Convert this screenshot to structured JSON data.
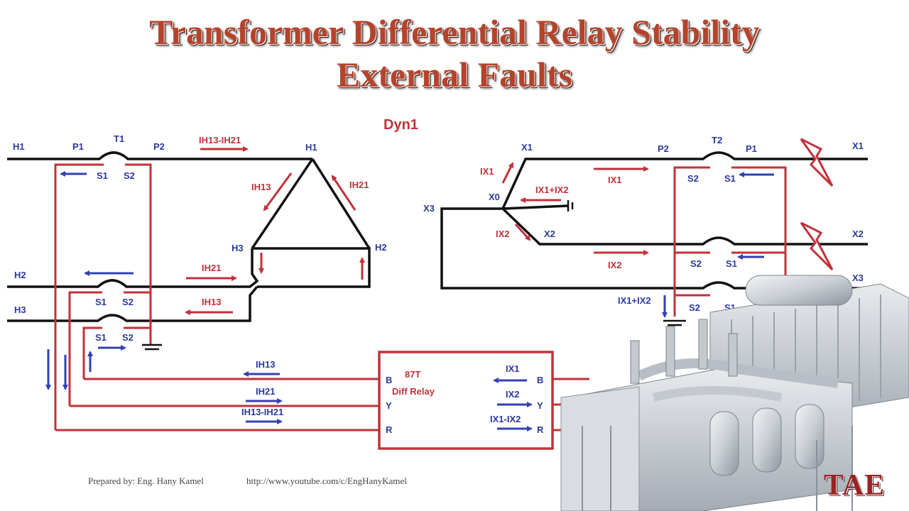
{
  "title": {
    "line1": "Transformer Differential Relay Stability",
    "line2": "External Faults"
  },
  "vector_group": "Dyn1",
  "hv_side": {
    "phases": [
      "H1",
      "H2",
      "H3"
    ],
    "ct_terminals": {
      "p1": "P1",
      "p2": "P2",
      "s1": "S1",
      "s2": "S2",
      "ct_name": "T1"
    },
    "delta_nodes": {
      "h1": "H1",
      "h2": "H2",
      "h3": "H3"
    },
    "currents": {
      "line_h1": "IH13-IH21",
      "winding_h13": "IH13",
      "winding_h21": "IH21",
      "line_h2": "IH21",
      "line_h3": "IH13"
    }
  },
  "lv_side": {
    "phases": [
      "X1",
      "X2",
      "X3"
    ],
    "ct_terminals": {
      "p1": "P1",
      "p2": "P2",
      "s1": "S1",
      "s2": "S2",
      "ct_name": "T2"
    },
    "star_nodes": {
      "x0": "X0",
      "x1": "X1",
      "x2": "X2",
      "x3": "X3"
    },
    "currents": {
      "ix1": "IX1",
      "ix2": "IX2",
      "neutral": "IX1+IX2",
      "earth": "IX1+IX2",
      "line_x1": "IX1",
      "line_x2": "IX2"
    }
  },
  "relay": {
    "name": "87T",
    "subtitle": "Diff Relay",
    "left_terminals": [
      "B",
      "Y",
      "R"
    ],
    "right_terminals": [
      "B",
      "Y",
      "R"
    ],
    "left_currents": [
      "IH13",
      "IH21",
      "IH13-IH21"
    ],
    "right_currents": [
      "IX1",
      "IX2",
      "IX1-IX2"
    ]
  },
  "footer": {
    "author": "Prepared by: Eng. Hany Kamel",
    "url": "http://www.youtube.com/c/EngHanyKamel"
  },
  "logo_text": "TAE",
  "colors": {
    "conductor": "#111111",
    "ct_wiring": "#c0323a",
    "red_label": "#c0323a",
    "blue_label": "#2b3a9a",
    "title": "#b5432b"
  }
}
